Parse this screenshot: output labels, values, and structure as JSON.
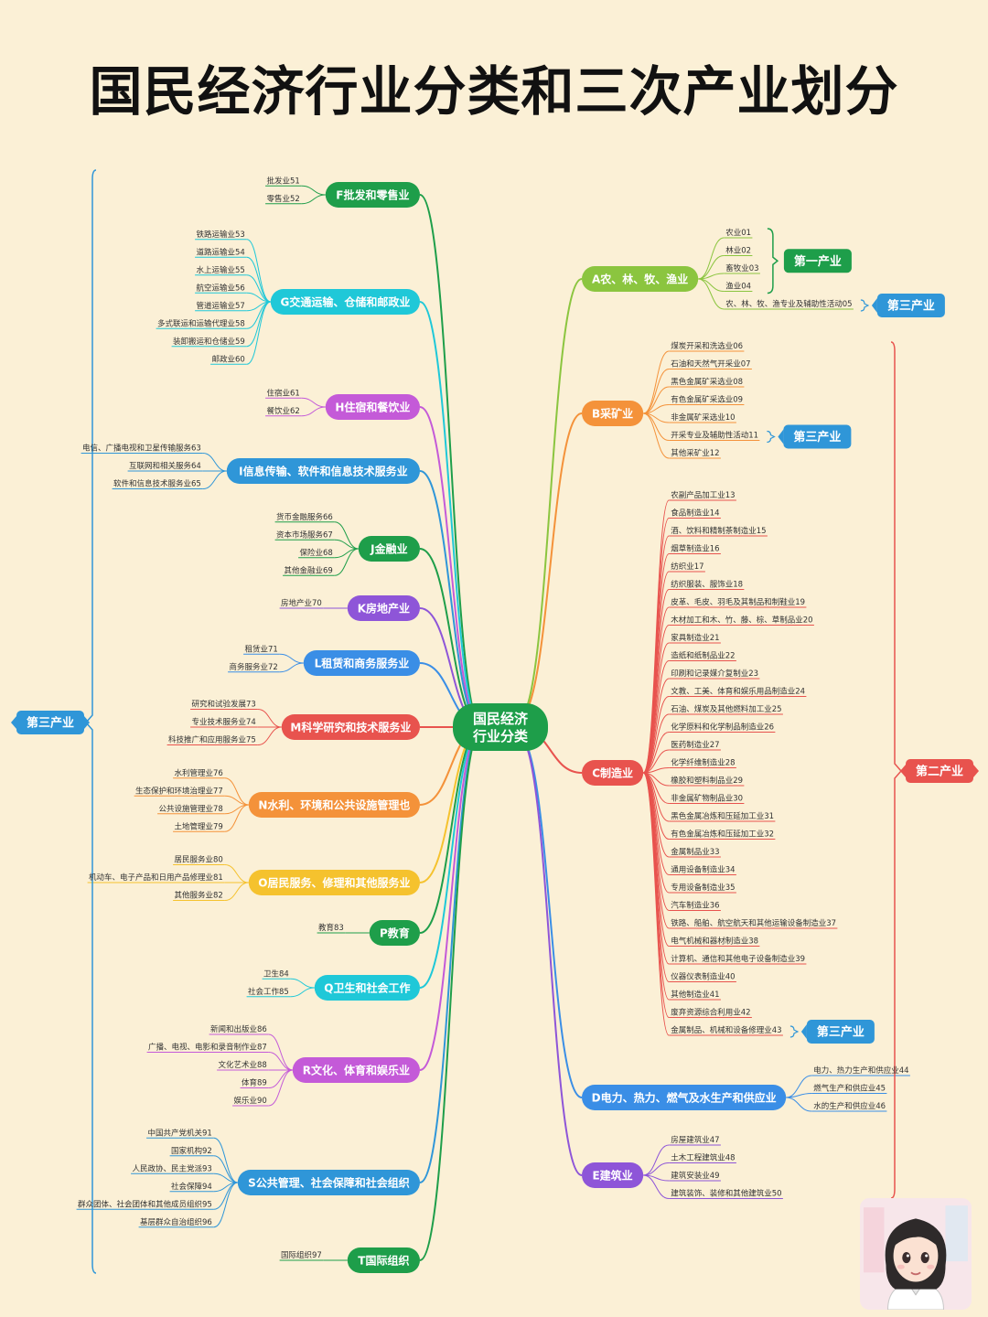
{
  "title": "国民经济行业分类和三次产业划分",
  "root": "国民经济\n行业分类",
  "side_labels": {
    "left": "第三产业",
    "right": "第二产业"
  },
  "right_branches": [
    {
      "label": "A农、林、牧、渔业",
      "color": "#8bc53f",
      "items": [
        "农业01",
        "林业02",
        "畜牧业03",
        "渔业04",
        "农、林、牧、渔专业及辅助性活动05"
      ],
      "tags": [
        {
          "label": "第一产业",
          "from": 0,
          "to": 3
        },
        {
          "label": "第三产业",
          "from": 4,
          "to": 4
        }
      ]
    },
    {
      "label": "B采矿业",
      "color": "#f4923a",
      "items": [
        "煤炭开采和洗选业06",
        "石油和天然气开采业07",
        "黑色金属矿采选业08",
        "有色金属矿采选业09",
        "非金属矿采选业10",
        "开采专业及辅助性活动11",
        "其他采矿业12"
      ],
      "tags": [
        {
          "label": "第三产业",
          "from": 5,
          "to": 5
        }
      ]
    },
    {
      "label": "C制造业",
      "color": "#e8534e",
      "items": [
        "农副产品加工业13",
        "食品制造业14",
        "酒、饮料和精制茶制造业15",
        "烟草制造业16",
        "纺织业17",
        "纺织服装、服饰业18",
        "皮革、毛皮、羽毛及其制品和制鞋业19",
        "木材加工和木、竹、藤、棕、草制品业20",
        "家具制造业21",
        "造纸和纸制品业22",
        "印刷和记录媒介复制业23",
        "文教、工美、体育和娱乐用品制造业24",
        "石油、煤炭及其他燃料加工业25",
        "化学原料和化学制品制造业26",
        "医药制造业27",
        "化学纤维制造业28",
        "橡胶和塑料制品业29",
        "非金属矿物制品业30",
        "黑色金属冶炼和压延加工业31",
        "有色金属冶炼和压延加工业32",
        "金属制品业33",
        "通用设备制造业34",
        "专用设备制造业35",
        "汽车制造业36",
        "铁路、船舶、航空航天和其他运输设备制造业37",
        "电气机械和器材制造业38",
        "计算机、通信和其他电子设备制造业39",
        "仪器仪表制造业40",
        "其他制造业41",
        "废弃资源综合利用业42",
        "金属制品、机械和设备修理业43"
      ],
      "tags": [
        {
          "label": "第三产业",
          "from": 30,
          "to": 30
        }
      ]
    },
    {
      "label": "D电力、热力、燃气及水生产和供应业",
      "color": "#3a8ee6",
      "items": [
        "电力、热力生产和供应业44",
        "燃气生产和供应业45",
        "水的生产和供应业46"
      ],
      "tags": []
    },
    {
      "label": "E建筑业",
      "color": "#8e55d8",
      "items": [
        "房屋建筑业47",
        "土木工程建筑业48",
        "建筑安装业49",
        "建筑装饰、装修和其他建筑业50"
      ],
      "tags": []
    }
  ],
  "left_branches": [
    {
      "label": "F批发和零售业",
      "color": "#1e9e4a",
      "items": [
        "批发业51",
        "零售业52"
      ]
    },
    {
      "label": "G交通运输、仓储和邮政业",
      "color": "#1fc8d8",
      "items": [
        "铁路运输业53",
        "道路运输业54",
        "水上运输业55",
        "航空运输业56",
        "管道运输业57",
        "多式联运和运输代理业58",
        "装卸搬运和仓储业59",
        "邮政业60"
      ]
    },
    {
      "label": "H住宿和餐饮业",
      "color": "#c45ad8",
      "items": [
        "住宿业61",
        "餐饮业62"
      ]
    },
    {
      "label": "I信息传输、软件和信息技术服务业",
      "color": "#2f96d8",
      "items": [
        "电信、广播电视和卫星传输服务63",
        "互联网和相关服务64",
        "软件和信息技术服务业65"
      ]
    },
    {
      "label": "J金融业",
      "color": "#1e9e4a",
      "items": [
        "货币金融服务66",
        "资本市场服务67",
        "保险业68",
        "其他金融业69"
      ]
    },
    {
      "label": "K房地产业",
      "color": "#8e55d8",
      "items": [
        "房地产业70"
      ]
    },
    {
      "label": "L租赁和商务服务业",
      "color": "#3a8ee6",
      "items": [
        "租赁业71",
        "商务服务业72"
      ]
    },
    {
      "label": "M科学研究和技术服务业",
      "color": "#e8534e",
      "items": [
        "研究和试验发展73",
        "专业技术服务业74",
        "科技推广和应用服务业75"
      ]
    },
    {
      "label": "N水利、环境和公共设施管理也",
      "color": "#f4923a",
      "items": [
        "水利管理业76",
        "生态保护和环境治理业77",
        "公共设施管理业78",
        "土地管理业79"
      ]
    },
    {
      "label": "O居民服务、修理和其他服务业",
      "color": "#f5c22e",
      "items": [
        "居民服务业80",
        "机动车、电子产品和日用产品修理业81",
        "其他服务业82"
      ]
    },
    {
      "label": "P教育",
      "color": "#1e9e4a",
      "items": [
        "教育83"
      ]
    },
    {
      "label": "Q卫生和社会工作",
      "color": "#1fc8d8",
      "items": [
        "卫生84",
        "社会工作85"
      ]
    },
    {
      "label": "R文化、体育和娱乐业",
      "color": "#c45ad8",
      "items": [
        "新闻和出版业86",
        "广播、电视、电影和录音制作业87",
        "文化艺术业88",
        "体育89",
        "娱乐业90"
      ]
    },
    {
      "label": "S公共管理、社会保障和社会组织",
      "color": "#2f96d8",
      "items": [
        "中国共产党机关91",
        "国家机构92",
        "人民政协、民主党派93",
        "社会保障94",
        "群众团体、社会团体和其他成员组织95",
        "基层群众自治组织96"
      ]
    },
    {
      "label": "T国际组织",
      "color": "#1e9e4a",
      "items": [
        "国际组织97"
      ]
    }
  ],
  "colors": {
    "root": "#1e9e4a",
    "tag": "#2f96d8",
    "left_bracket": "#2f96d8",
    "right_bracket": "#e8534e",
    "background": "#fbf0d6"
  }
}
